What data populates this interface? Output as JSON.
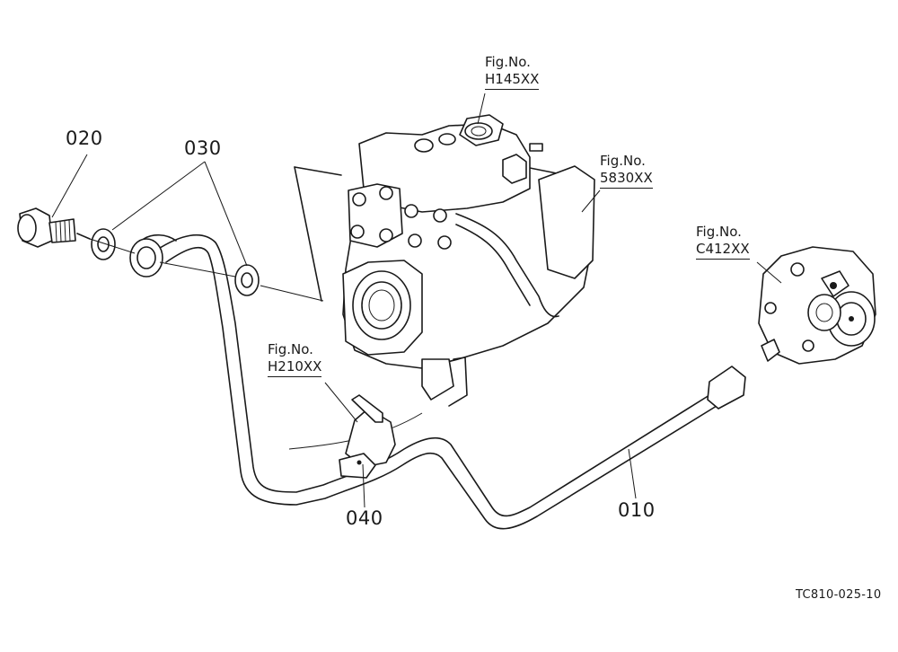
{
  "parts": {
    "p010": "010",
    "p020": "020",
    "p030": "030",
    "p040": "040"
  },
  "figrefs": {
    "h145": {
      "line1": "Fig.No.",
      "line2": "H145XX"
    },
    "f5830": {
      "line1": "Fig.No.",
      "line2": "5830XX"
    },
    "c412": {
      "line1": "Fig.No.",
      "line2": "C412XX"
    },
    "h210": {
      "line1": "Fig.No.",
      "line2": "H210XX"
    }
  },
  "drawing_code": "TC810-025-10"
}
